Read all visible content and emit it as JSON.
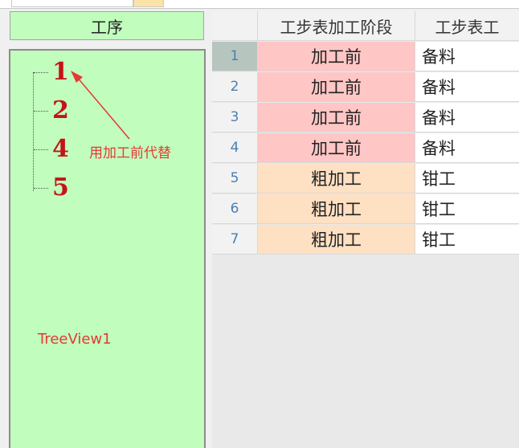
{
  "left_panel": {
    "header": "工序",
    "tree_items": [
      "1",
      "2",
      "4",
      "5"
    ],
    "annotation": "用加工前代替",
    "component_label": "TreeView1"
  },
  "grid": {
    "columns": [
      "",
      "工步表加工阶段",
      "工步表工"
    ],
    "rows": [
      {
        "num": "1",
        "phase": "加工前",
        "step": "备料"
      },
      {
        "num": "2",
        "phase": "加工前",
        "step": "备料"
      },
      {
        "num": "3",
        "phase": "加工前",
        "step": "备料"
      },
      {
        "num": "4",
        "phase": "加工前",
        "step": "备料"
      },
      {
        "num": "5",
        "phase": "粗加工",
        "step": "钳工"
      },
      {
        "num": "6",
        "phase": "粗加工",
        "step": "钳工"
      },
      {
        "num": "7",
        "phase": "粗加工",
        "step": "钳工"
      }
    ],
    "colors": {
      "pre_process": "#ffc6c6",
      "rough_process": "#fee0c3",
      "selected_rownum": "#b6c6bf"
    }
  }
}
